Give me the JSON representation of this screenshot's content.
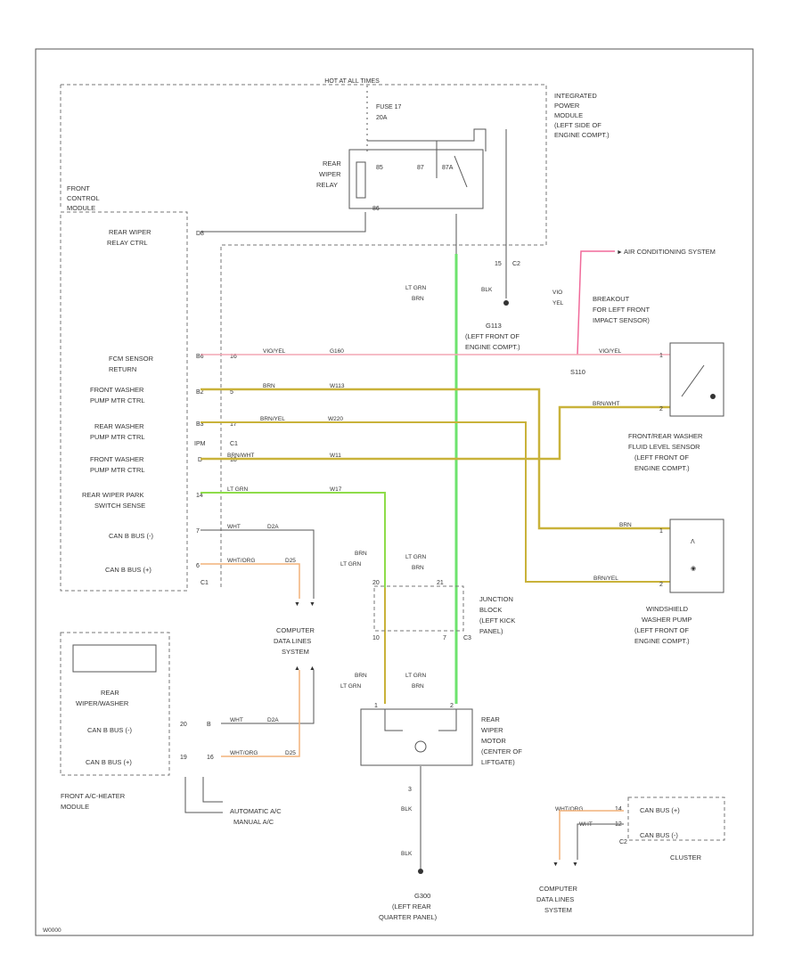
{
  "diagram": {
    "hot_at_all_times": "HOT AT ALL TIMES",
    "fuse_label": "FUSE 17",
    "fuse_rating": "20A",
    "ipm": [
      "INTEGRATED",
      "POWER",
      "MODULE",
      "(LEFT SIDE OF",
      "ENGINE COMPT.)"
    ],
    "relay": [
      "REAR",
      "WIPER",
      "RELAY"
    ],
    "relay_pins": {
      "p85": "85",
      "p87": "87",
      "p87a": "87A",
      "p86": "86"
    },
    "fcm": [
      "FRONT",
      "CONTROL",
      "MODULE"
    ],
    "fcm_pins": [
      {
        "label": [
          "REAR WIPER",
          "RELAY CTRL"
        ],
        "pin": "D8",
        "conn": ""
      },
      {
        "label": [
          "FCM SENSOR",
          "RETURN"
        ],
        "pin": "B6",
        "conn": "16"
      },
      {
        "label": [
          "FRONT WASHER",
          "PUMP MTR CTRL"
        ],
        "pin": "B2",
        "conn": "5"
      },
      {
        "label": [
          "REAR WASHER",
          "PUMP MTR CTRL"
        ],
        "pin": "B3",
        "conn": "17"
      },
      {
        "label": [
          "FRONT WASHER",
          "PUMP MTR CTRL"
        ],
        "pin": "D",
        "conn": "18"
      },
      {
        "label": [
          "REAR WIPER PARK",
          "SWITCH SENSE"
        ],
        "pin": "14",
        "conn": ""
      },
      {
        "label": [
          "CAN B BUS (-)"
        ],
        "pin": "7",
        "conn": ""
      },
      {
        "label": [
          "CAN B BUS (+)"
        ],
        "pin": "6",
        "conn": ""
      }
    ],
    "fcm_conn": {
      "c1": "C1",
      "c1b": "C1",
      "ipm": "IPM"
    },
    "wires": {
      "w_ltgrn": [
        "LT GRN",
        "BRN"
      ],
      "w_vio": [
        "VIO/YEL",
        "G160"
      ],
      "w_brn": [
        "BRN",
        "W113"
      ],
      "w_brnyel": [
        "BRN/YEL",
        "W220"
      ],
      "w_brnwht": [
        "BRN/WHT",
        "W11"
      ],
      "w_ltgrn_sense": [
        "LT GRN",
        "W17"
      ],
      "w_can_neg": [
        "WHT",
        "D2A"
      ],
      "w_can_pos": [
        "WHT/ORG",
        "D25"
      ],
      "ground_wire": [
        "BLK"
      ],
      "air_cond_wire": [
        "VIO",
        "YEL"
      ]
    },
    "connector_c2": {
      "pin": "15",
      "conn": "C2"
    },
    "gnd_g113": [
      "G113",
      "(LEFT FRONT OF",
      "ENGINE COMPT.)"
    ],
    "air_conditioning": "AIR CONDITIONING SYSTEM",
    "breakout": [
      "BREAKOUT",
      "FOR LEFT FRONT",
      "IMPACT SENSOR)"
    ],
    "splice_s110": "S110",
    "fluid_sensor": [
      "FRONT/REAR WASHER",
      "FLUID LEVEL SENSOR",
      "(LEFT FRONT OF",
      "ENGINE COMPT.)"
    ],
    "fluid_pins": {
      "p1": "1",
      "p2": "2"
    },
    "washer_pump": [
      "WINDSHIELD",
      "WASHER PUMP",
      "(LEFT FRONT OF",
      "ENGINE COMPT.)"
    ],
    "pump_pins": {
      "p1": "1",
      "p2": "2"
    },
    "junction_block": [
      "JUNCTION",
      "BLOCK",
      "(LEFT KICK",
      "PANEL)"
    ],
    "jb_pins": {
      "a": "20",
      "b": "21",
      "c": "10",
      "d": "7",
      "conn": "C3"
    },
    "computer_data_1": [
      "COMPUTER",
      "DATA LINES",
      "SYSTEM"
    ],
    "rear_wiper_motor": [
      "REAR",
      "WIPER",
      "MOTOR",
      "(CENTER OF",
      "LIFTGATE)"
    ],
    "motor_pins": {
      "p1": "1",
      "p2": "2",
      "p3": "3"
    },
    "rear_washer": [
      "REAR",
      "WIPER/WASHER"
    ],
    "hvac_pins": [
      {
        "label": "CAN B BUS (-)",
        "pin": "20",
        "conn": "B"
      },
      {
        "label": "CAN B BUS (+)",
        "pin": "19",
        "conn": "16"
      }
    ],
    "hvac_module": [
      "FRONT A/C-HEATER",
      "MODULE"
    ],
    "auto_ac": [
      "AUTOMATIC A/C",
      "MANUAL A/C"
    ],
    "g300": [
      "G300",
      "(LEFT REAR",
      "QUARTER PANEL)"
    ],
    "cluster_pins": [
      {
        "label": "CAN BUS (+)",
        "pin": "14",
        "wire": "WHT/ORG"
      },
      {
        "label": "CAN BUS (-)",
        "pin": "12",
        "wire": "WHT"
      }
    ],
    "cluster_conn": "C2",
    "cluster": "CLUSTER",
    "computer_data_2": [
      "COMPUTER",
      "DATA LINES",
      "SYSTEM"
    ],
    "footer_id": "W0000"
  },
  "colors": {
    "lt_grn": "#6ee36e",
    "vio_yel": "#f4a6b4",
    "brn": "#c9b23a",
    "wht_org": "#f2b27a",
    "grn_sense": "#8edc4a",
    "ac_pink": "#f06a9a"
  }
}
